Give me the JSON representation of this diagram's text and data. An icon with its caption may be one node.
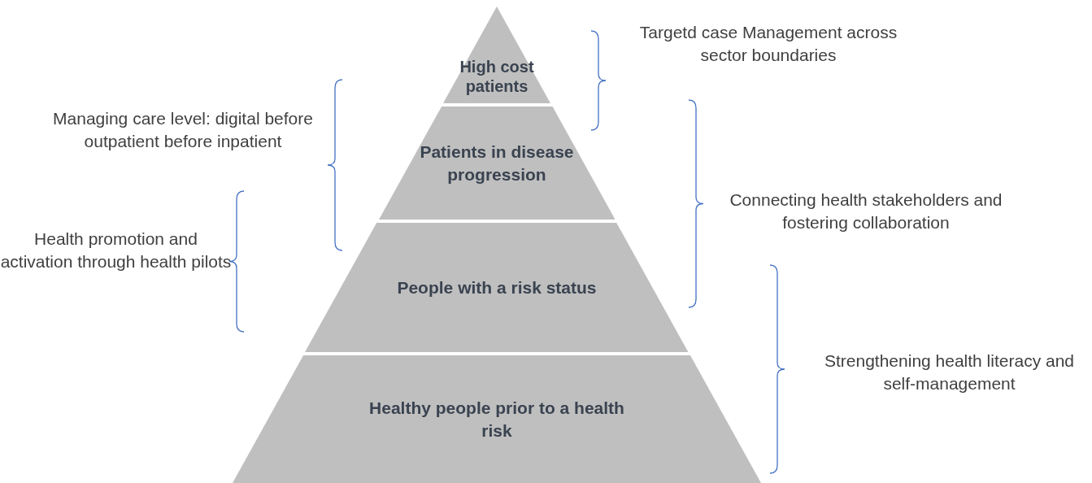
{
  "diagram": {
    "nodes": [
      {
        "text": [
          "High cost patients"
        ]
      },
      {
        "text": [
          "Patients in disease progression"
        ]
      },
      {
        "text": [
          "People with a risk status"
        ]
      },
      {
        "text": [
          "Healthy people prior to a health risk"
        ]
      }
    ],
    "labels": [
      "Targetd case Management across sector boundaries",
      "Managing care level: digital before outpatient before inpatient",
      "Connecting health stakeholders and fostering collaboration",
      "Health promotion and activation through health pilots",
      "Strengthening health literacy and self-management"
    ]
  }
}
